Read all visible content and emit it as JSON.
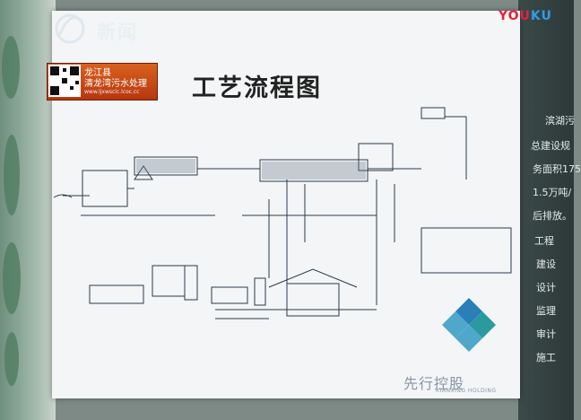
{
  "overlay": {
    "channel_text": "新闻",
    "county": "龙江县",
    "plant_name": "清龙湾污水处理",
    "url": "www.ljxwsclc.lcoc.cc",
    "watermark": "YOUKU",
    "watermark_colors": [
      "#e8203a",
      "#2e9ee8"
    ]
  },
  "board": {
    "title": "工艺流程图",
    "company_cn": "先行控股",
    "company_en": "XIANXING HOLDING",
    "logo_colors": [
      "#2a7fb8",
      "#4fa8c9",
      "#2a9aa0"
    ]
  },
  "right_board_text": [
    "滨湖污",
    "总建设规",
    "务面积175",
    "1.5万吨/",
    "后排放。",
    "工程",
    "建设",
    "设计",
    "监理",
    "审计",
    "施工"
  ]
}
